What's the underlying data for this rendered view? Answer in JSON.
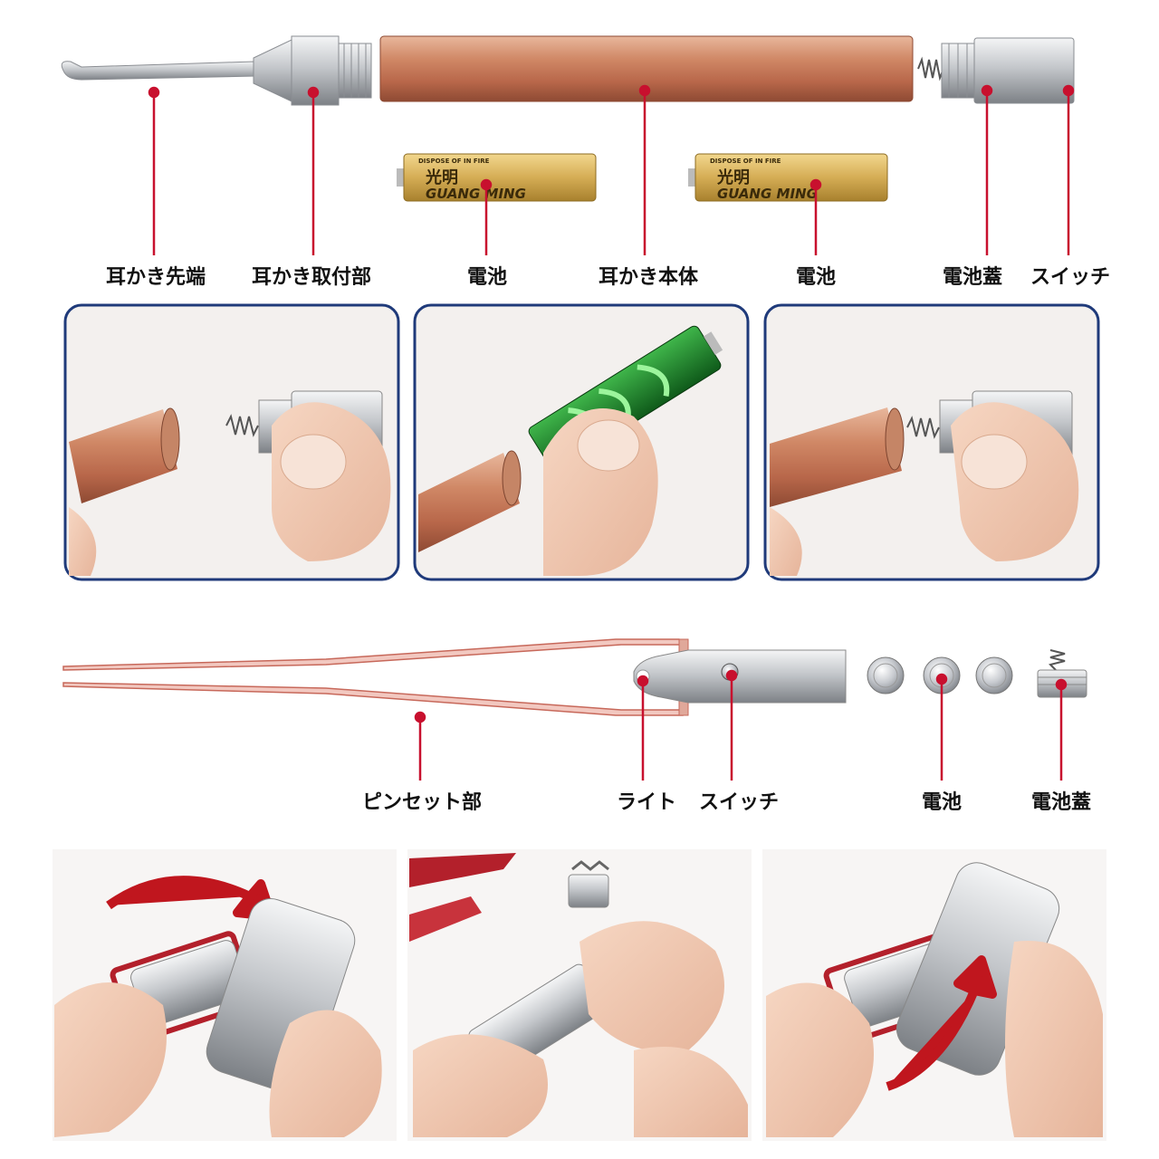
{
  "ear_pick": {
    "labels": {
      "tip": "耳かき先端",
      "mount": "耳かき取付部",
      "battery_1": "電池",
      "body": "耳かき本体",
      "battery_2": "電池",
      "battery_cap": "電池蓋",
      "switch": "スイッチ"
    },
    "battery_print": {
      "brand_cn": "光明",
      "brand_en": "GUANG MING",
      "notice": "DISPOSE OF IN FIRE"
    }
  },
  "tweezers": {
    "labels": {
      "tweezer_part": "ピンセット部",
      "light": "ライト",
      "switch": "スイッチ",
      "battery": "電池",
      "battery_cap": "電池蓋"
    }
  },
  "colors": {
    "marker": "#c8102e",
    "panel_border": "#1f3a7a",
    "copper": "#c97a5a",
    "steel": "#c9ccd0"
  }
}
